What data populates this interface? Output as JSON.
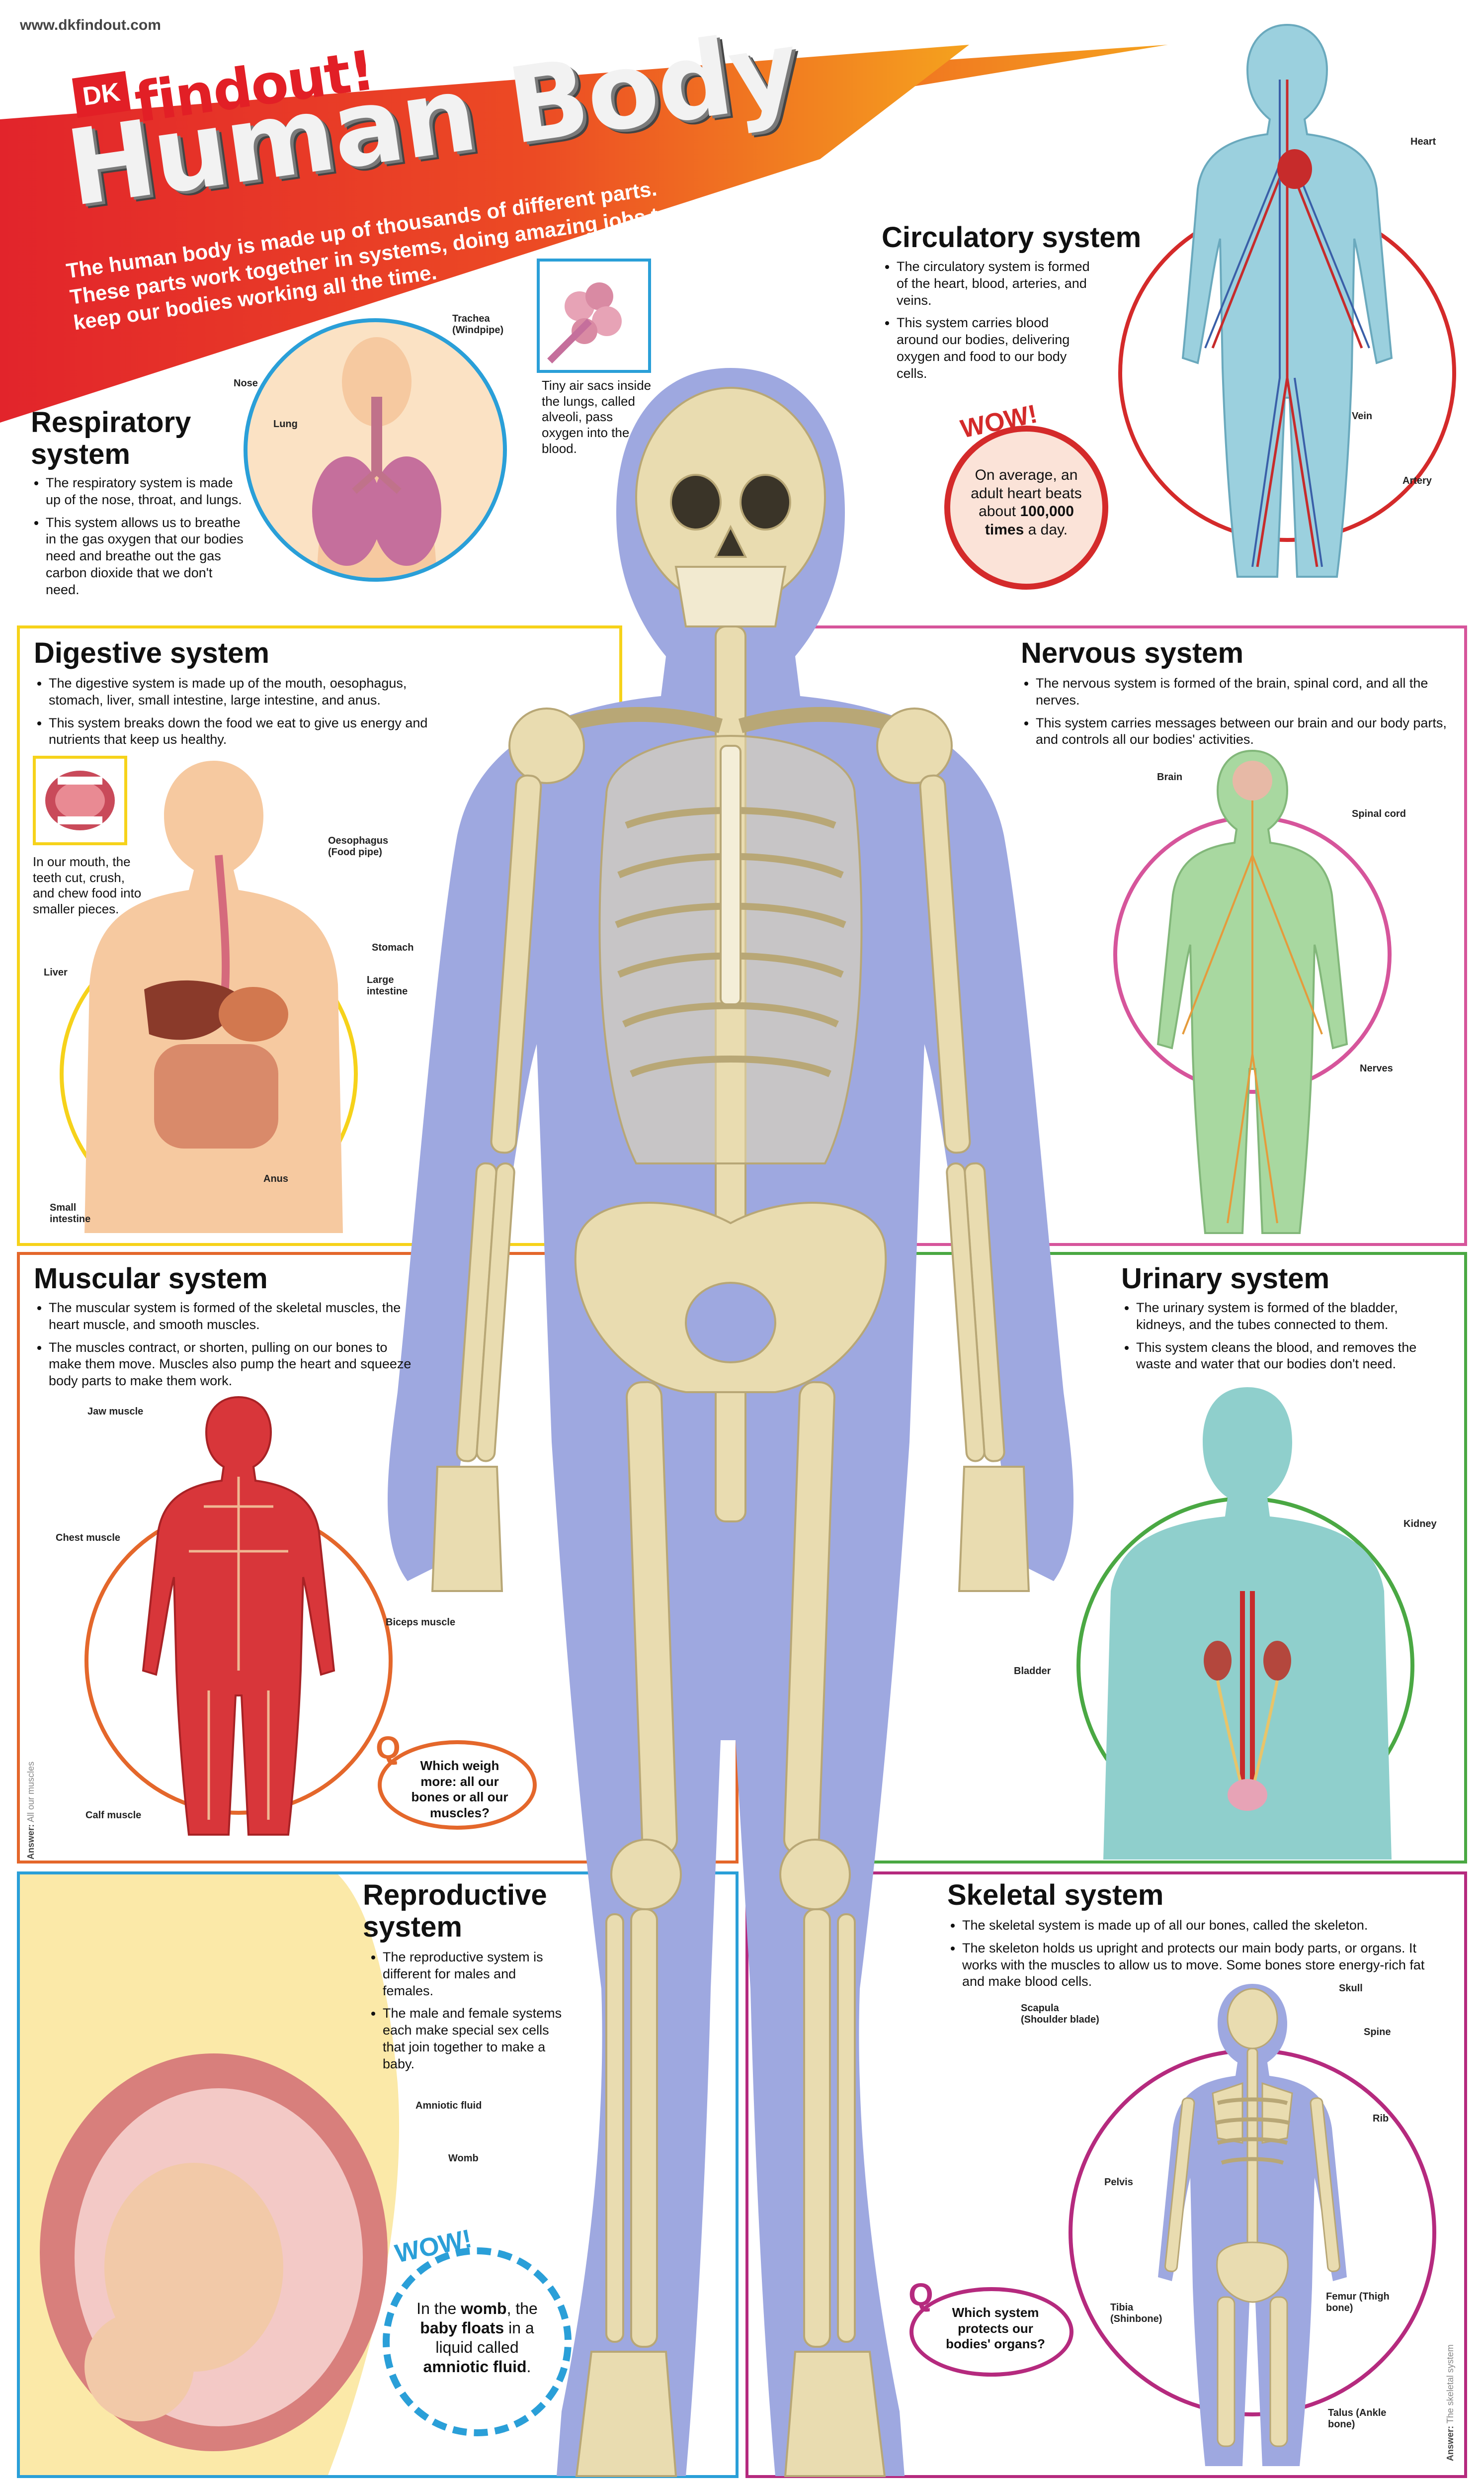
{
  "site_url": "www.dkfindout.com",
  "logo": {
    "dk": "DK",
    "findout": "findout!"
  },
  "title": "Human Body",
  "intro": "The human body is made up of thousands of different parts. These parts work together in systems, doing amazing jobs to keep our bodies working all the time.",
  "colors": {
    "banner_red": "#e2242b",
    "banner_orange": "#f07b1d",
    "respiratory": "#2a9fd8",
    "circulatory": "#d42a2a",
    "digestive": "#f6d21a",
    "nervous": "#d6559b",
    "muscular": "#e4672b",
    "urinary": "#4aa843",
    "reproductive": "#2a9fd8",
    "skeletal": "#b52a7e",
    "body_silhouette": "#9ea8e0"
  },
  "respiratory": {
    "title": "Respiratory system",
    "bullets": [
      "The respiratory system is made up of the nose, throat, and lungs.",
      "This system allows us to breathe in the gas oxygen that our bodies need and breathe out the gas carbon dioxide that we don't need."
    ],
    "labels": {
      "trachea": "Trachea (Windpipe)",
      "nose": "Nose",
      "lung": "Lung"
    },
    "alveoli_caption": "Tiny air sacs inside the lungs, called alveoli, pass oxygen into the blood."
  },
  "circulatory": {
    "title": "Circulatory system",
    "bullets": [
      "The circulatory system is formed of the heart, blood, arteries, and veins.",
      "This system carries blood around our bodies, delivering oxygen and food to our body cells."
    ],
    "labels": {
      "heart": "Heart",
      "vein": "Vein",
      "artery": "Artery"
    },
    "wow": {
      "badge": "WOW!",
      "text_pre": "On average, an adult heart beats about",
      "text_bold": "100,000 times",
      "text_post": "a day."
    }
  },
  "digestive": {
    "title": "Digestive system",
    "bullets": [
      "The digestive system is made up of the mouth, oesophagus, stomach, liver, small intestine, large intestine, and anus.",
      "This system breaks down the food we eat to give us energy and nutrients that keep us healthy."
    ],
    "mouth_caption": "In our mouth, the teeth cut, crush, and chew food into smaller pieces.",
    "labels": {
      "oesophagus": "Oesophagus (Food pipe)",
      "stomach": "Stomach",
      "liver": "Liver",
      "large_intestine": "Large intestine",
      "anus": "Anus",
      "small_intestine": "Small intestine"
    }
  },
  "nervous": {
    "title": "Nervous system",
    "bullets": [
      "The nervous system is formed of the brain, spinal cord, and all the nerves.",
      "This system carries messages between our brain and our body parts, and controls all our bodies' activities."
    ],
    "labels": {
      "brain": "Brain",
      "spinal_cord": "Spinal cord",
      "nerves": "Nerves"
    }
  },
  "muscular": {
    "title": "Muscular system",
    "bullets": [
      "The muscular system is formed of the skeletal muscles, the heart muscle, and smooth muscles.",
      "The muscles contract, or shorten, pulling on our bones to make them move. Muscles also pump the heart and squeeze body parts to make them work."
    ],
    "labels": {
      "jaw": "Jaw muscle",
      "chest": "Chest muscle",
      "biceps": "Biceps muscle",
      "calf": "Calf muscle"
    },
    "question": {
      "badge": "Q",
      "text": "Which weigh more: all our bones or all our muscles?"
    },
    "answer": {
      "label": "Answer:",
      "text": "All our muscles"
    }
  },
  "urinary": {
    "title": "Urinary system",
    "bullets": [
      "The urinary system is formed of the bladder, kidneys, and the tubes connected to them.",
      "This system cleans the blood, and removes the waste and water that our bodies don't need."
    ],
    "labels": {
      "kidney": "Kidney",
      "bladder": "Bladder"
    }
  },
  "reproductive": {
    "title": "Reproductive system",
    "bullets": [
      "The reproductive system is different for males and females.",
      "The male and female systems each make special sex cells that join together to make a baby."
    ],
    "labels": {
      "amniotic_fluid": "Amniotic fluid",
      "womb": "Womb"
    },
    "wow": {
      "badge": "WOW!",
      "text_pre": "In the",
      "text_bold1": "womb",
      "text_mid": ", the",
      "text_bold2": "baby floats",
      "text_mid2": "in a liquid called",
      "text_bold3": "amniotic fluid",
      "text_post": "."
    }
  },
  "skeletal": {
    "title": "Skeletal system",
    "bullets": [
      "The skeletal system is made up of all our bones, called the skeleton.",
      "The skeleton holds us upright and protects our main body parts, or organs. It works with the muscles to allow us to move. Some bones store energy-rich fat and make blood cells."
    ],
    "labels": {
      "skull": "Skull",
      "scapula": "Scapula (Shoulder blade)",
      "spine": "Spine",
      "rib": "Rib",
      "pelvis": "Pelvis",
      "femur": "Femur (Thigh bone)",
      "tibia": "Tibia (Shinbone)",
      "talus": "Talus (Ankle bone)"
    },
    "question": {
      "badge": "Q",
      "text": "Which system protects our bodies' organs?"
    },
    "answer": {
      "label": "Answer:",
      "text": "The skeletal system"
    }
  }
}
